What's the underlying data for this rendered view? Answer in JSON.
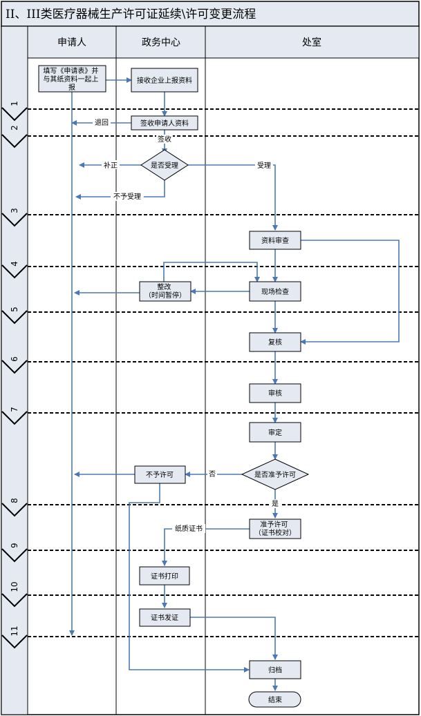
{
  "title": "II、III类医疗器械生产许可证延续\\许可变更流程",
  "lanes": [
    "申请人",
    "政务中心",
    "处室"
  ],
  "phases": [
    "1",
    "2",
    "3",
    "4",
    "5",
    "6",
    "7",
    "8",
    "9",
    "10",
    "11"
  ],
  "nodes": {
    "fill_form": "填写《申请表》并与其纸资料一起上报",
    "receive_materials": "接收企业上报资料",
    "sign_receive": "签收申请人资料",
    "accept_decision": "是否受理",
    "review_materials": "资料审查",
    "rectify": "整改（时间暂停）",
    "site_inspection": "现场检查",
    "recheck": "复核",
    "audit": "审核",
    "approve": "审定",
    "permit_decision": "是否准予许可",
    "deny_permit": "不予许可",
    "grant_permit": "准予许可（证书校对）",
    "print_cert": "证书打印",
    "issue_cert": "证书发证",
    "archive": "归档",
    "end": "结束"
  },
  "edge_labels": {
    "return": "退回",
    "sign": "签收",
    "supplement": "补正",
    "accept": "受理",
    "reject": "不予受理",
    "no": "否",
    "yes": "是",
    "paper_cert": "纸质证书"
  },
  "colors": {
    "flow": "#4a78b6",
    "box_fill": "#e4e9f2",
    "header_fill": "#e4e9f2"
  }
}
